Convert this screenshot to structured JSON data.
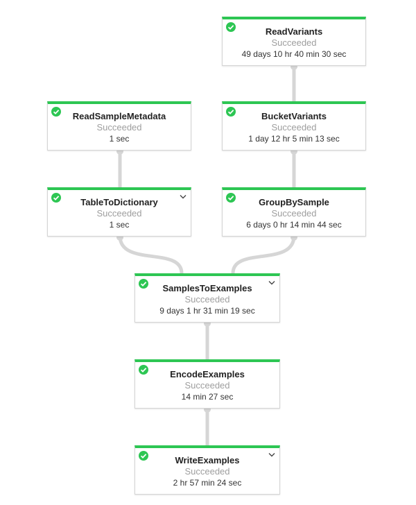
{
  "status_color": "#2dc653",
  "connector_color": "#d6d6d6",
  "nodes": {
    "read_variants": {
      "name": "ReadVariants",
      "status": "Succeeded",
      "duration": "49 days 10 hr 40 min 30 sec",
      "icon": "check-circle-icon",
      "expandable": false
    },
    "read_sample_metadata": {
      "name": "ReadSampleMetadata",
      "status": "Succeeded",
      "duration": "1 sec",
      "icon": "check-circle-icon",
      "expandable": false
    },
    "bucket_variants": {
      "name": "BucketVariants",
      "status": "Succeeded",
      "duration": "1 day 12 hr 5 min 13 sec",
      "icon": "check-circle-icon",
      "expandable": false
    },
    "table_to_dictionary": {
      "name": "TableToDictionary",
      "status": "Succeeded",
      "duration": "1 sec",
      "icon": "check-circle-icon",
      "expandable": true
    },
    "group_by_sample": {
      "name": "GroupBySample",
      "status": "Succeeded",
      "duration": "6 days 0 hr 14 min 44 sec",
      "icon": "check-circle-icon",
      "expandable": false
    },
    "samples_to_examples": {
      "name": "SamplesToExamples",
      "status": "Succeeded",
      "duration": "9 days 1 hr 31 min 19 sec",
      "icon": "check-circle-icon",
      "expandable": true
    },
    "encode_examples": {
      "name": "EncodeExamples",
      "status": "Succeeded",
      "duration": "14 min 27 sec",
      "icon": "check-circle-icon",
      "expandable": false
    },
    "write_examples": {
      "name": "WriteExamples",
      "status": "Succeeded",
      "duration": "2 hr 57 min 24 sec",
      "icon": "check-circle-icon",
      "expandable": true
    }
  },
  "edges": [
    {
      "from": "read_variants",
      "to": "bucket_variants"
    },
    {
      "from": "read_sample_metadata",
      "to": "table_to_dictionary"
    },
    {
      "from": "bucket_variants",
      "to": "group_by_sample"
    },
    {
      "from": "table_to_dictionary",
      "to": "samples_to_examples"
    },
    {
      "from": "group_by_sample",
      "to": "samples_to_examples"
    },
    {
      "from": "samples_to_examples",
      "to": "encode_examples"
    },
    {
      "from": "encode_examples",
      "to": "write_examples"
    }
  ]
}
